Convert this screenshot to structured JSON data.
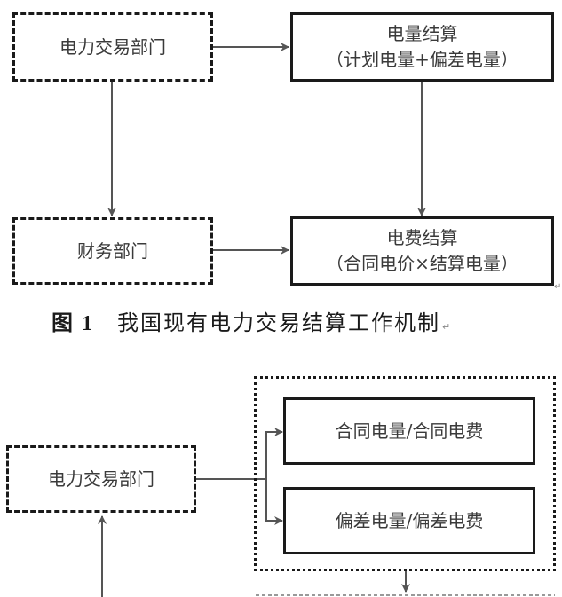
{
  "figure1": {
    "nodes": {
      "trading_dept": {
        "label": "电力交易部门",
        "style": "dashed"
      },
      "energy_settlement": {
        "title": "电量结算",
        "subtitle": "（计划电量+偏差电量）",
        "style": "solid"
      },
      "finance_dept": {
        "label": "财务部门",
        "style": "dashed"
      },
      "fee_settlement": {
        "title": "电费结算",
        "subtitle": "（合同电价×结算电量）",
        "style": "solid"
      }
    },
    "edges": [
      {
        "from": "trading_dept",
        "to": "energy_settlement"
      },
      {
        "from": "trading_dept",
        "to": "finance_dept"
      },
      {
        "from": "energy_settlement",
        "to": "fee_settlement"
      },
      {
        "from": "finance_dept",
        "to": "fee_settlement"
      }
    ],
    "caption": {
      "number": "图 1",
      "text": "我国现有电力交易结算工作机制",
      "paragraph_mark": "↵"
    }
  },
  "figure2": {
    "nodes": {
      "trading_dept": {
        "label": "电力交易部门",
        "style": "dashed"
      },
      "group": {
        "style": "dotted"
      },
      "contract_box": {
        "label": "合同电量/合同电费",
        "style": "solid"
      },
      "deviation_box": {
        "label": "偏差电量/偏差电费",
        "style": "solid"
      }
    },
    "edges": [
      {
        "from": "trading_dept",
        "to": "contract_box"
      },
      {
        "from": "trading_dept",
        "to": "deviation_box"
      },
      {
        "from": "group",
        "to": "next_group_cut_off"
      },
      {
        "from": "offscreen_below",
        "to": "trading_dept"
      }
    ]
  },
  "colors": {
    "line": "#555555",
    "border": "#1a1a1a",
    "text": "#3a3a3a"
  }
}
